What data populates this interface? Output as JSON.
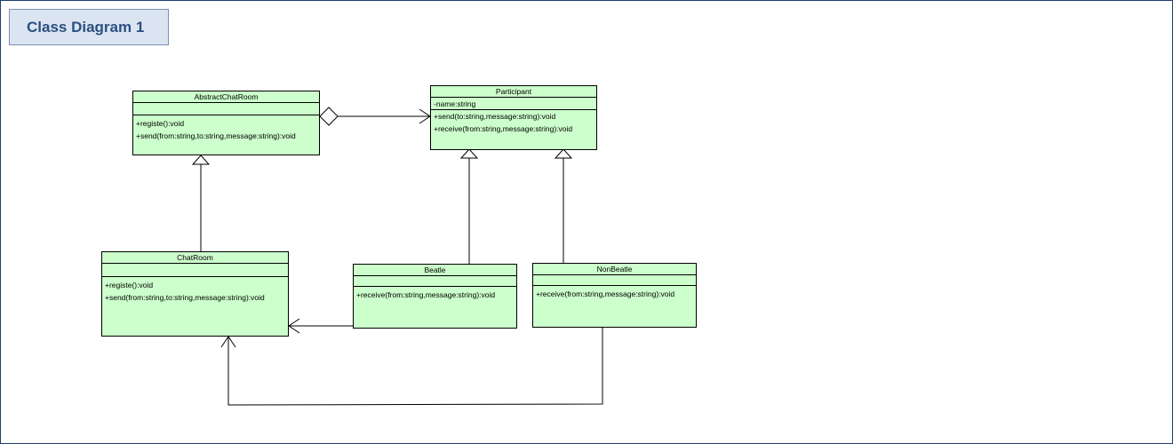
{
  "title": "Class Diagram 1",
  "classes": {
    "abstract_chat_room": {
      "name": "AbstractChatRoom",
      "attributes": [],
      "operations": [
        "+registe():void",
        "+send(from:string,to:string,message:string):void"
      ]
    },
    "participant": {
      "name": "Participant",
      "attributes": [
        "-name:string"
      ],
      "operations": [
        "+send(to:string,message:string):void",
        "+receive(from:string,message:string):void"
      ]
    },
    "chat_room": {
      "name": "ChatRoom",
      "attributes": [],
      "operations": [
        "+registe():void",
        "+send(from:string,to:string,message:string):void"
      ]
    },
    "beatle": {
      "name": "Beatle",
      "attributes": [],
      "operations": [
        "+receive(from:string,message:string):void"
      ]
    },
    "non_beatle": {
      "name": "NonBeatle",
      "attributes": [],
      "operations": [
        "+receive(from:string,message:string):void"
      ]
    }
  },
  "colors": {
    "class_fill": "#ccffcc",
    "title_fill": "#dbe4f1",
    "title_text": "#2b4f82",
    "frame_border": "#1f3f6e"
  }
}
